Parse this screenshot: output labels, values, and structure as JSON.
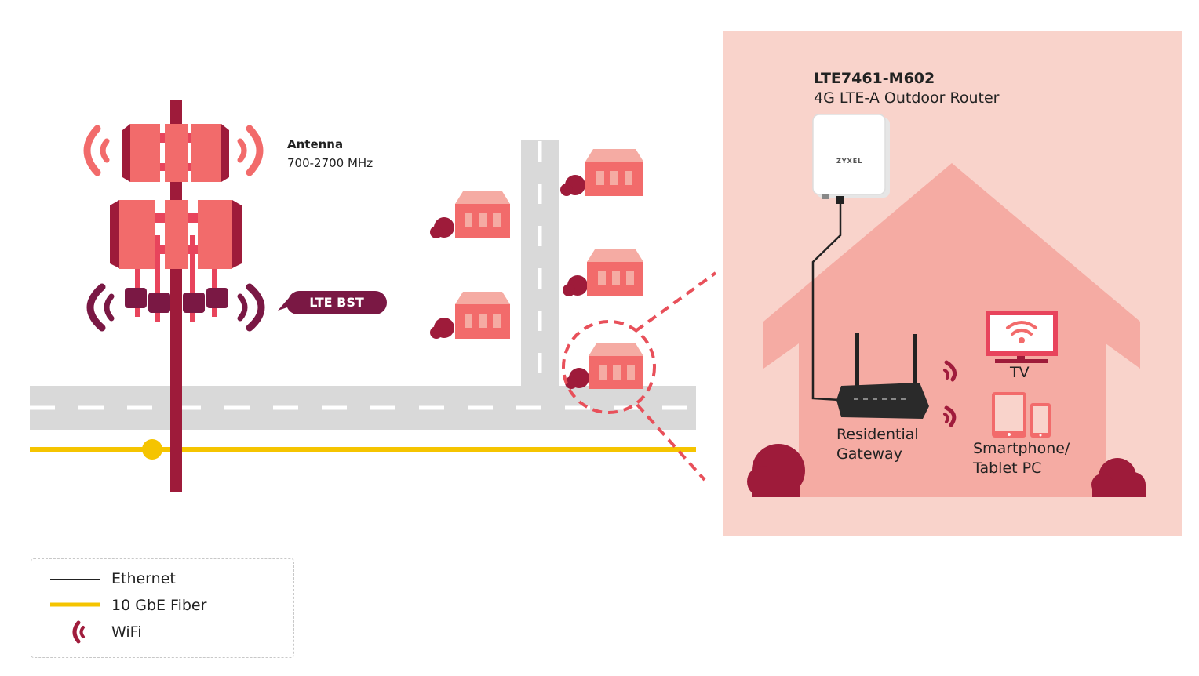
{
  "antenna": {
    "title": "Antenna",
    "frequency": "700-2700 MHz"
  },
  "base_station": {
    "label": "LTE BST"
  },
  "router": {
    "model": "LTE7461-M602",
    "description": "4G LTE-A Outdoor Router",
    "brand": "ZYXEL"
  },
  "gateway": {
    "line1": "Residential",
    "line2": "Gateway"
  },
  "tv": {
    "label": "TV"
  },
  "devices": {
    "line1": "Smartphone/",
    "line2": "Tablet PC"
  },
  "legend": {
    "items": [
      {
        "label": "Ethernet",
        "color": "#222222"
      },
      {
        "label": "10 GbE Fiber",
        "color": "#f5c400"
      },
      {
        "label": "WiFi",
        "color": "#a01c3c"
      }
    ]
  },
  "colors": {
    "tower": "#9e1b3a",
    "panel": "#f26b6b",
    "house_bg": "#f9d3cb",
    "house": "#f5aba3",
    "road": "#d9d9d9",
    "fiber": "#f5c400",
    "badge": "#7a1844"
  }
}
